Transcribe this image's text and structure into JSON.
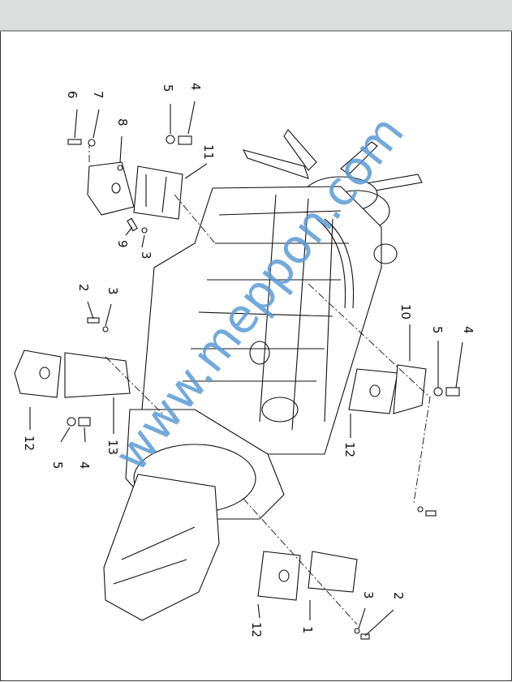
{
  "diagram": {
    "watermark": "www.meppon.com",
    "callouts": [
      "6",
      "7",
      "8",
      "5",
      "4",
      "11",
      "9",
      "3",
      "2",
      "3",
      "10",
      "5",
      "4",
      "12",
      "12",
      "5",
      "4",
      "13",
      "12",
      "1",
      "3",
      "2"
    ]
  },
  "colors": {
    "header": "#dcdedd",
    "watermark": "#5b9bd5"
  }
}
